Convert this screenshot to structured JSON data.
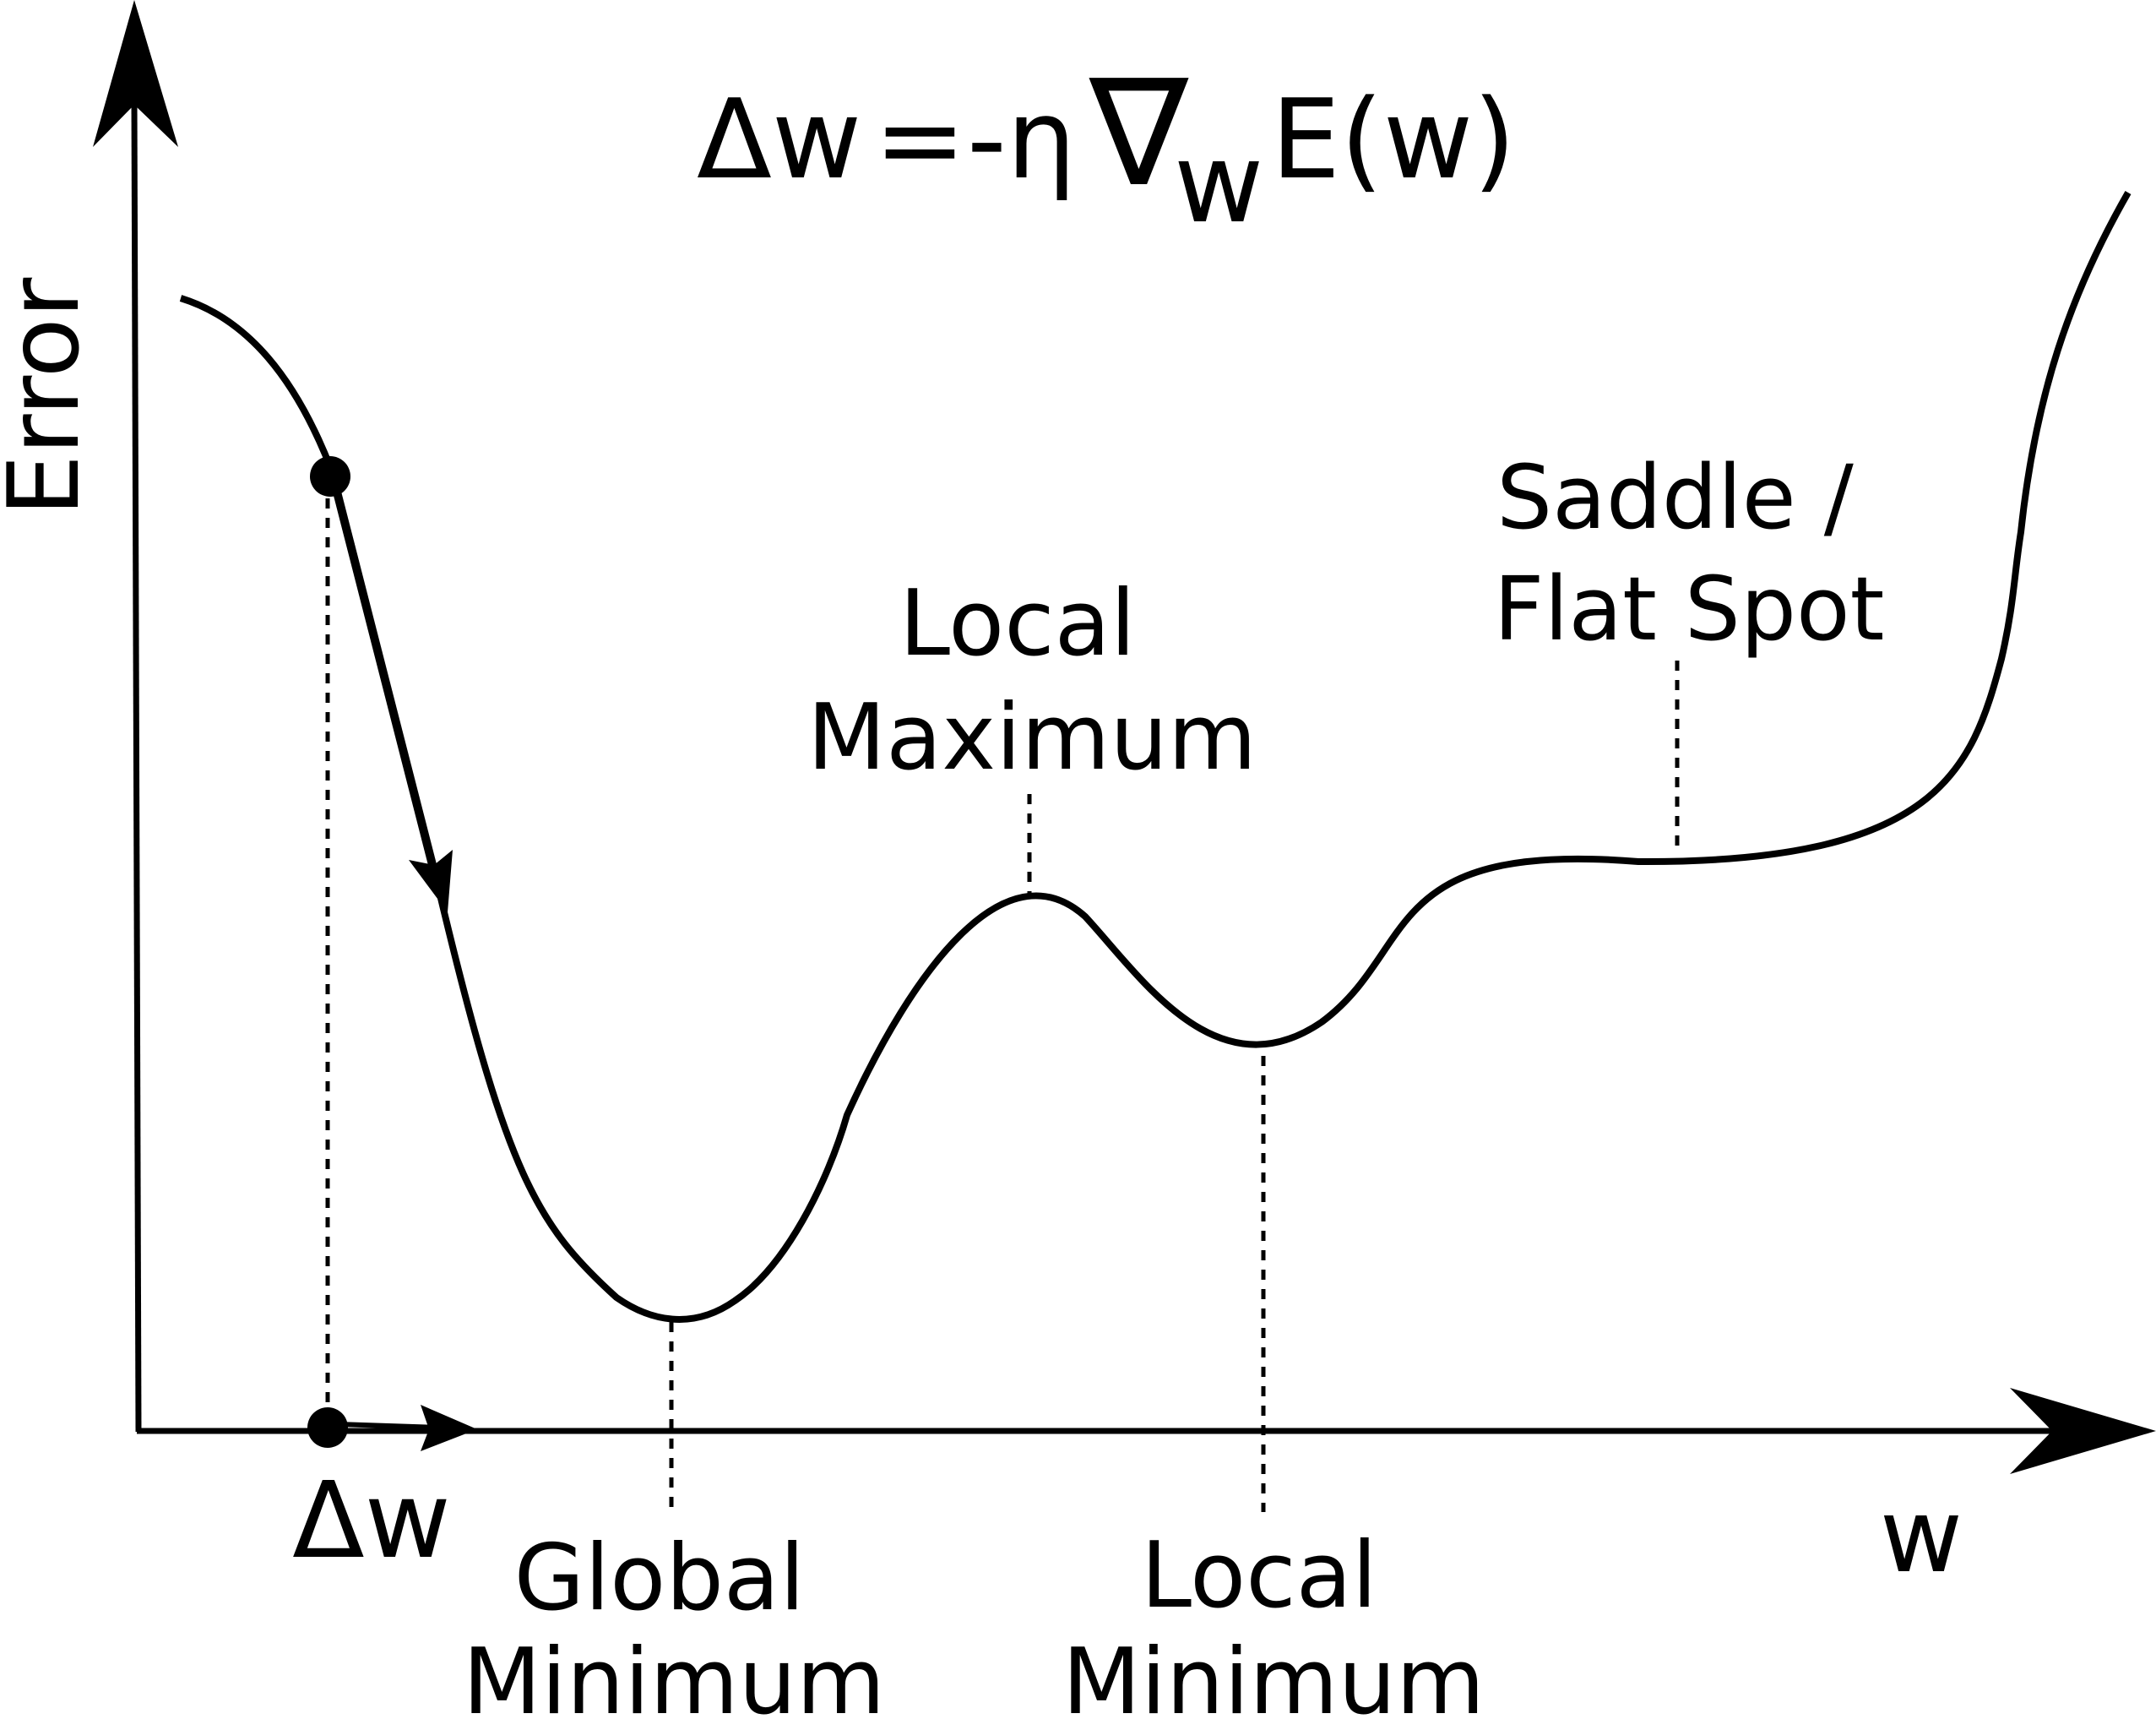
{
  "formula": {
    "lhs": "Δw",
    "eq": "=",
    "neg_eta": "-η",
    "nabla": "∇",
    "subscript": "w",
    "rhs": "E(w)"
  },
  "axes": {
    "y_label": "Error",
    "x_label": "w"
  },
  "step_label": "Δw",
  "annotations": {
    "global_minimum": [
      "Global",
      "Minimum"
    ],
    "local_maximum": [
      "Local",
      "Maximum"
    ],
    "local_minimum": [
      "Local",
      "Minimum"
    ],
    "saddle": [
      "Saddle /",
      "Flat Spot"
    ]
  },
  "colors": {
    "ink": "#000000",
    "background": "#ffffff"
  }
}
